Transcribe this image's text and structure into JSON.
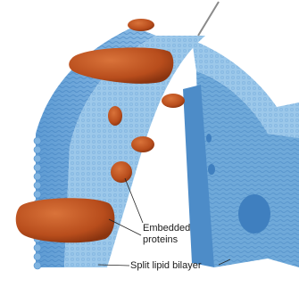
{
  "labels": {
    "embedded_line1": "Embedded",
    "embedded_line2": "proteins",
    "bilayer": "Split lipid bilayer"
  },
  "colors": {
    "membrane_light": "#9cc8ea",
    "membrane_mid": "#6fa9d9",
    "membrane_dark": "#3f7fbf",
    "protein": "#c0531f",
    "protein_dark": "#8a3410",
    "head_beads": "#7fb3e0"
  }
}
